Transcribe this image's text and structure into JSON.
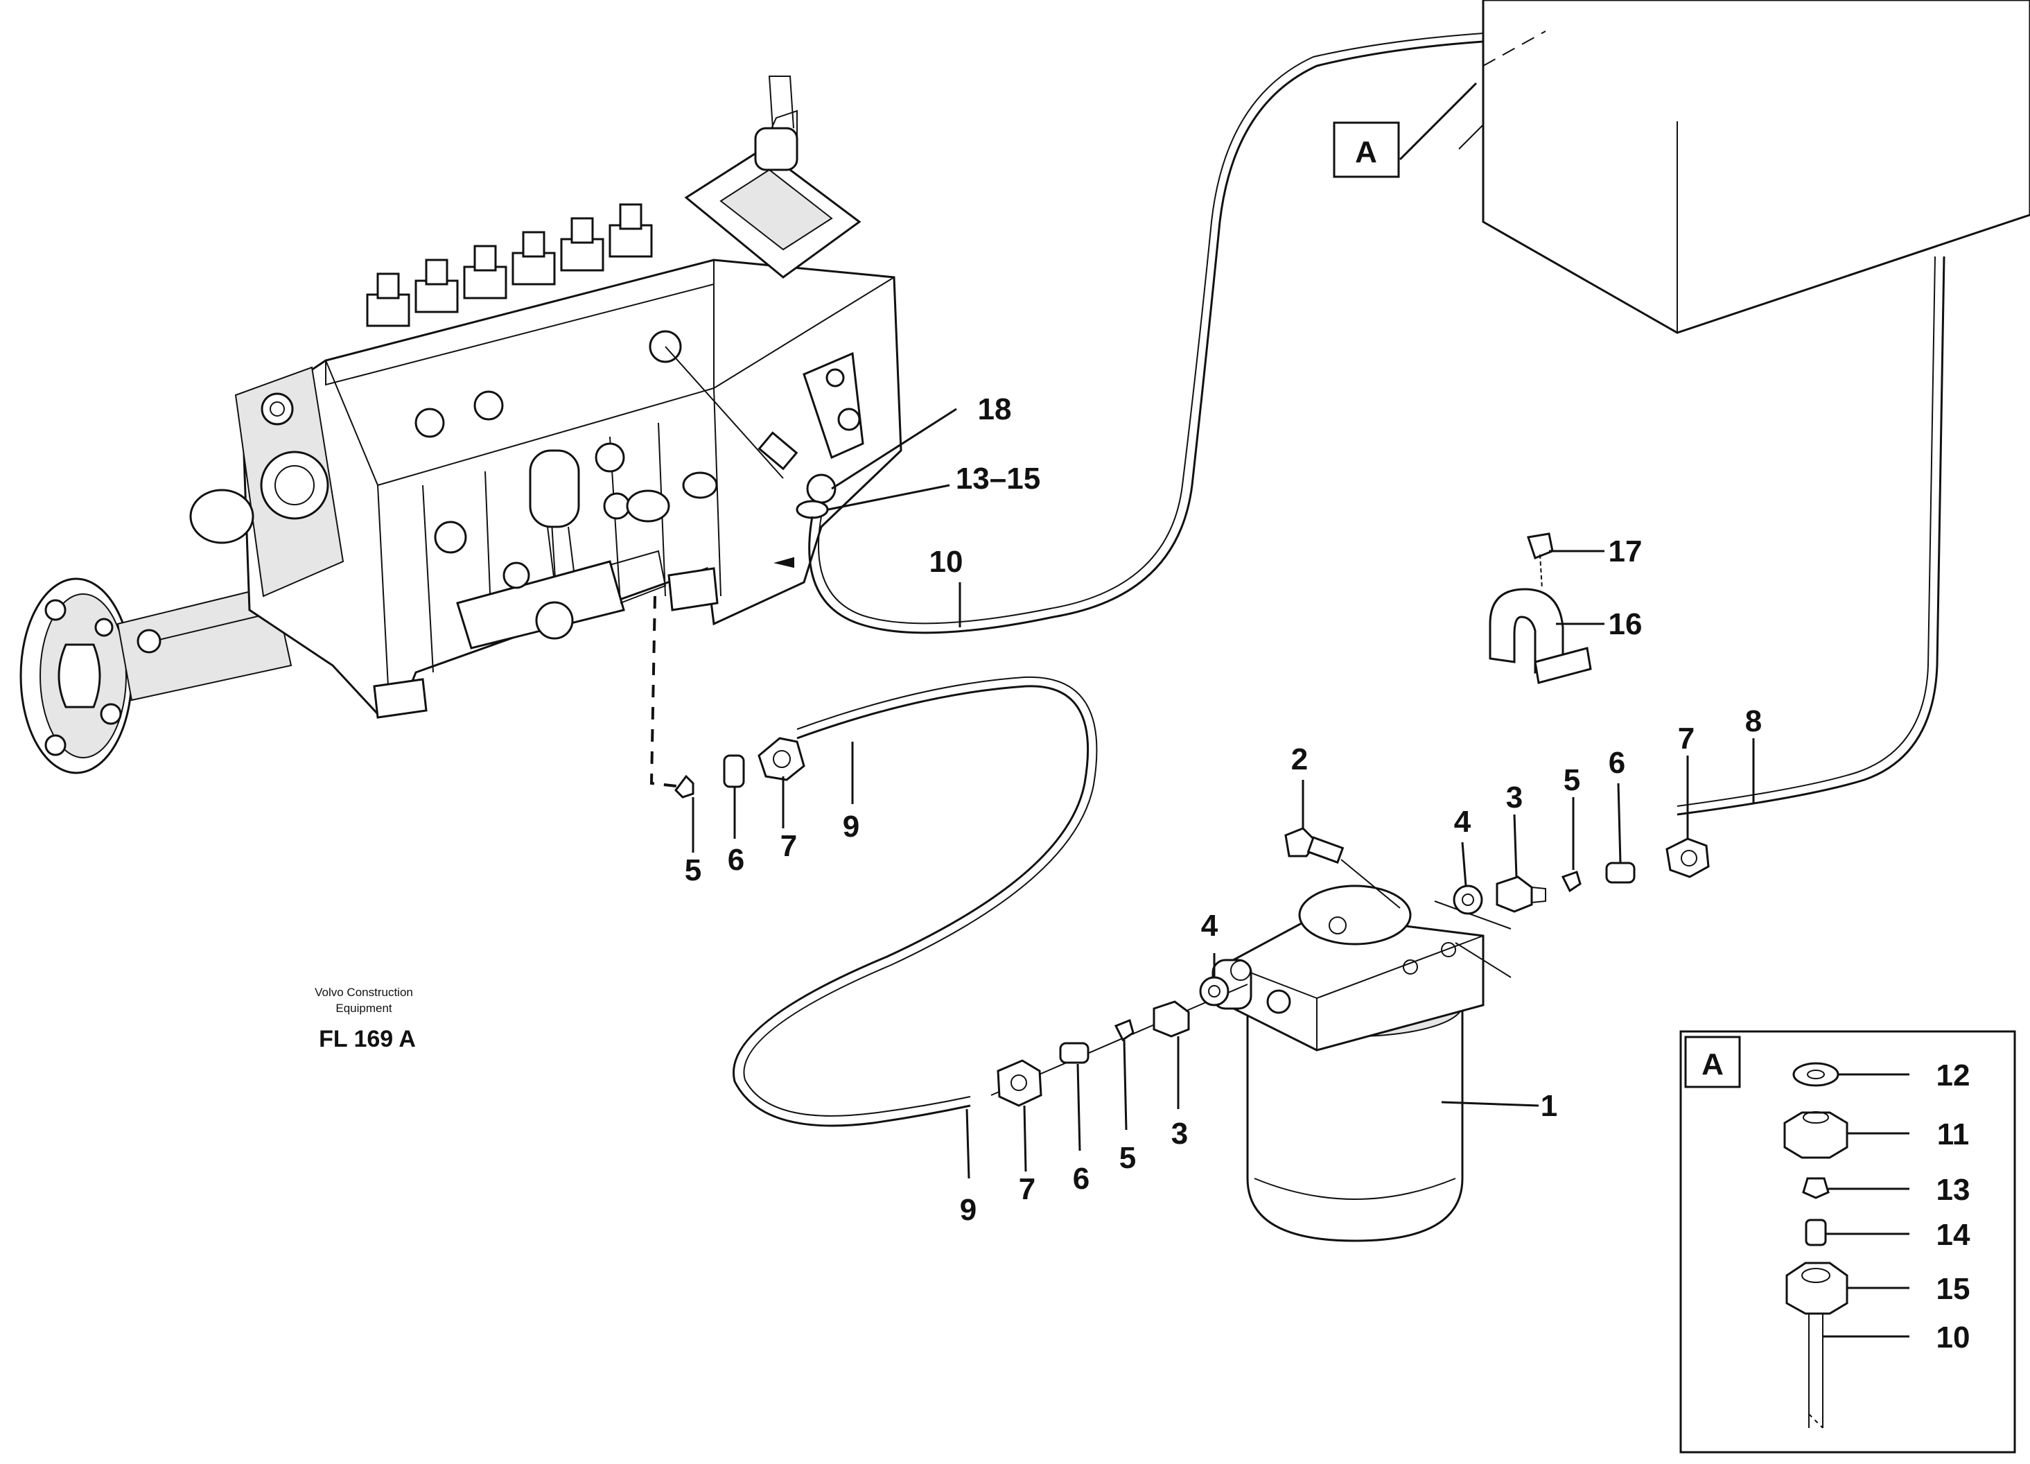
{
  "publisher": {
    "line1": "Volvo Construction",
    "line2": "Equipment",
    "figure_code": "FL 169 A"
  },
  "main_view": {
    "detail_marker": "A",
    "callouts": [
      {
        "id": "c18",
        "text": "18"
      },
      {
        "id": "c13-15",
        "text": "13–15"
      },
      {
        "id": "c10",
        "text": "10"
      },
      {
        "id": "c17",
        "text": "17"
      },
      {
        "id": "c16",
        "text": "16"
      },
      {
        "id": "c9a",
        "text": "9"
      },
      {
        "id": "c5a",
        "text": "5"
      },
      {
        "id": "c6a",
        "text": "6"
      },
      {
        "id": "c7a",
        "text": "7"
      },
      {
        "id": "c2",
        "text": "2"
      },
      {
        "id": "c4a",
        "text": "4"
      },
      {
        "id": "c3a",
        "text": "3"
      },
      {
        "id": "c5b",
        "text": "5"
      },
      {
        "id": "c6b",
        "text": "6"
      },
      {
        "id": "c7b",
        "text": "7"
      },
      {
        "id": "c8",
        "text": "8"
      },
      {
        "id": "c4b",
        "text": "4"
      },
      {
        "id": "c1",
        "text": "1"
      },
      {
        "id": "c3b",
        "text": "3"
      },
      {
        "id": "c5c",
        "text": "5"
      },
      {
        "id": "c6c",
        "text": "6"
      },
      {
        "id": "c7c",
        "text": "7"
      },
      {
        "id": "c9b",
        "text": "9"
      }
    ]
  },
  "detail_view": {
    "label": "A",
    "callouts": [
      {
        "id": "d12",
        "text": "12"
      },
      {
        "id": "d11",
        "text": "11"
      },
      {
        "id": "d13",
        "text": "13"
      },
      {
        "id": "d14",
        "text": "14"
      },
      {
        "id": "d15",
        "text": "15"
      },
      {
        "id": "d10",
        "text": "10"
      }
    ]
  }
}
